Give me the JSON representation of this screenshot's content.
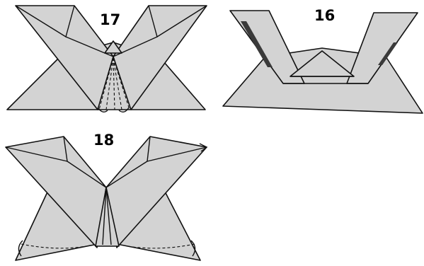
{
  "steps": [
    {
      "number": "17"
    },
    {
      "number": "16"
    },
    {
      "number": "18"
    }
  ],
  "colors": {
    "paper": "#d3d3d3",
    "line": "#111111",
    "shadow": "#3a3a3a",
    "background": "#ffffff"
  }
}
